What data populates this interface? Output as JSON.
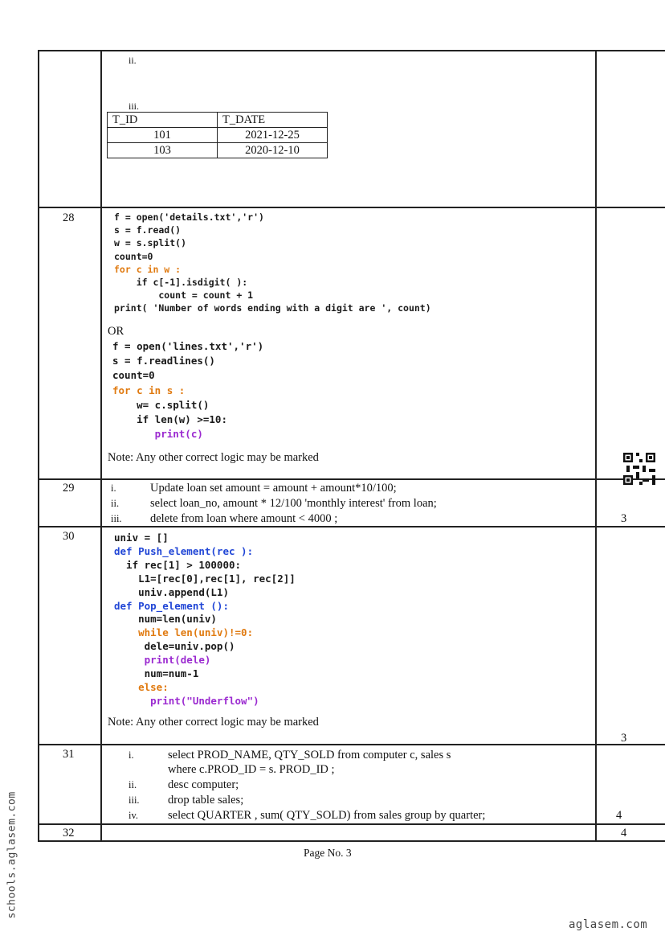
{
  "q27": {
    "item_ii": "ii.",
    "item_iii": "iii.",
    "table": {
      "headers": [
        "T_ID",
        "T_DATE"
      ],
      "rows": [
        [
          "101",
          "2021-12-25"
        ],
        [
          "103",
          "2020-12-10"
        ]
      ]
    }
  },
  "q28": {
    "number": "28",
    "code_a": [
      "f = open('details.txt','r')",
      "s = f.read()",
      "w = s.split()",
      "count=0",
      "for c in w :",
      "    if c[-1].isdigit( ):",
      "        count = count + 1",
      "print( 'Number of words ending with a digit are ', count)"
    ],
    "or_label": "OR",
    "code_b": [
      "f = open('lines.txt','r')",
      "s = f.readlines()",
      "count=0",
      "for c in s :",
      "    w= c.split()",
      "    if len(w) >=10:",
      "       print(c)"
    ],
    "note": "Note: Any other correct logic may be marked"
  },
  "q29": {
    "number": "29",
    "items": [
      {
        "label": "i.",
        "text": "Update loan set amount = amount + amount*10/100;"
      },
      {
        "label": "ii.",
        "text": "select loan_no, amount * 12/100 'monthly interest' from loan;"
      },
      {
        "label": "iii.",
        "text": "delete from loan where amount < 4000 ;"
      }
    ],
    "marks": "3"
  },
  "q30": {
    "number": "30",
    "code": [
      "univ = []",
      "def Push_element(rec ):",
      "  if rec[1] > 100000:",
      "    L1=[rec[0],rec[1], rec[2]]",
      "    univ.append(L1)",
      "def Pop_element ():",
      "    num=len(univ)",
      "    while len(univ)!=0:",
      "     dele=univ.pop()",
      "     print(dele)",
      "     num=num-1",
      "    else:",
      "      print(\"Underflow\")"
    ],
    "note": "Note: Any other correct logic may be marked",
    "marks": "3"
  },
  "q31": {
    "number": "31",
    "items": [
      {
        "label": "i.",
        "text": "select PROD_NAME, QTY_SOLD from computer c, sales s"
      },
      {
        "label": "",
        "text": "where c.PROD_ID = s. PROD_ID ;"
      },
      {
        "label": "ii.",
        "text": "desc computer;"
      },
      {
        "label": "iii.",
        "text": "drop table sales;"
      },
      {
        "label": "iv.",
        "text": "select QUARTER , sum( QTY_SOLD) from sales group by quarter;"
      }
    ],
    "marks": "4"
  },
  "q32": {
    "number": "32",
    "marks": "4"
  },
  "footer": {
    "page_label": "Page No. 3"
  },
  "watermarks": {
    "side": "schools.aglasem.com",
    "bottom": "aglasem.com"
  }
}
